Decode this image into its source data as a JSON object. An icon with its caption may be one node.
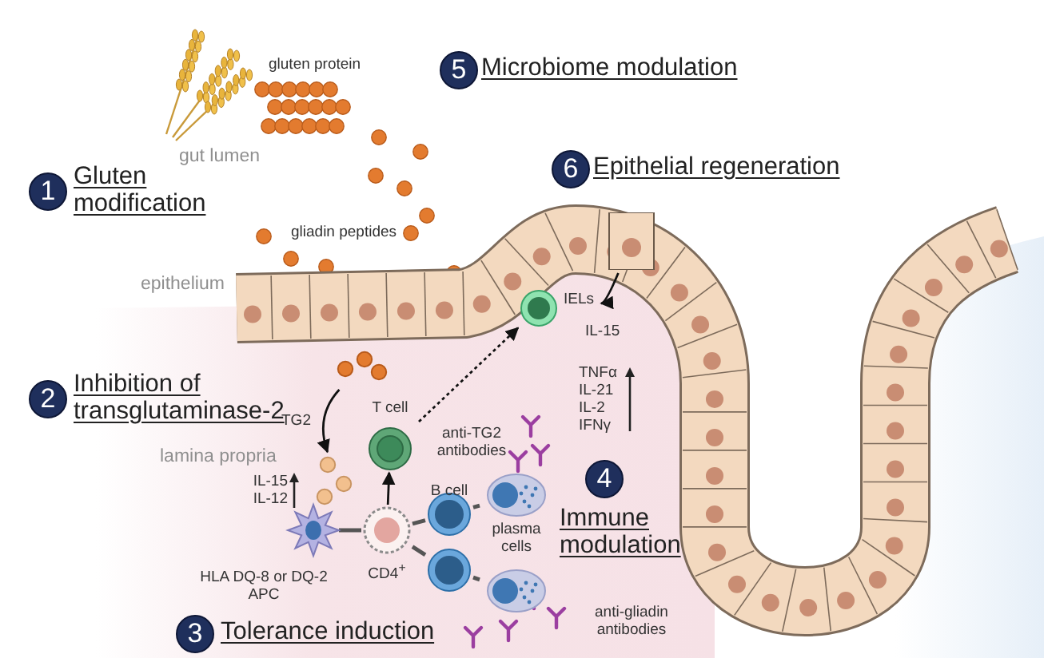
{
  "diagram": {
    "nodes": [
      {
        "text": [
          "5"
        ],
        "beside": [
          "Microbiome modulation"
        ]
      },
      {
        "text": [
          "1"
        ],
        "beside": [
          "Gluten modification"
        ]
      },
      {
        "text": [
          "6"
        ],
        "beside": [
          "Epithelial regeneration"
        ]
      },
      {
        "text": [],
        "shape": "picture"
      },
      {
        "text": [
          "IELs"
        ]
      },
      {
        "text": [],
        "shape": "picture"
      },
      {
        "text": [
          "2"
        ],
        "beside": [
          "Inhibition of transglutaminase-2"
        ]
      },
      {
        "text": [],
        "shape": "picture"
      },
      {
        "text": [
          "T cell"
        ]
      },
      {
        "text": [
          "B cell"
        ]
      },
      {
        "text": [
          "plasma cells"
        ]
      },
      {
        "text": [
          "HLA DQ-8 or DQ-2 APC"
        ]
      },
      {
        "text": [
          "CD4$^{+}$"
        ]
      },
      {
        "text": [
          "4"
        ],
        "beside": [
          "Immune modulation"
        ]
      },
      {
        "text": [],
        "shape": "picture"
      },
      {
        "text": [],
        "shape": "picture"
      },
      {
        "text": [
          "3"
        ],
        "beside": [
          "Tolerance induction"
        ]
      }
    ],
    "edges": [
      {
        "from": 8,
        "to": 4,
        "arrow": "to",
        "style": "dashed"
      },
      {
        "from": 12,
        "to": 8,
        "arrow": "to"
      },
      {
        "from": 3,
        "to": 4,
        "arrow": "to",
        "label": "IL-15"
      },
      {
        "from": 5,
        "to": 7,
        "arrow": "to",
        "label": "TG2"
      },
      {
        "from": 11,
        "to": 12,
        "arrow": "none"
      },
      {
        "from": 12,
        "to": 9,
        "arrow": "none"
      },
      {
        "from": 12,
        "to": 14,
        "arrow": "none"
      },
      {
        "from": 9,
        "to": 10,
        "arrow": "none"
      },
      {
        "from": 14,
        "to": 15,
        "arrow": "none"
      }
    ],
    "labels": [
      "gluten protein",
      "gut lumen",
      "gliadin peptides",
      "epithelium",
      "TNFα IL-21 IL-2 IFNγ",
      "lamina propria",
      "IL-15 IL-12",
      "anti-TG2 antibodies",
      "anti-gliadin antibodies"
    ]
  }
}
